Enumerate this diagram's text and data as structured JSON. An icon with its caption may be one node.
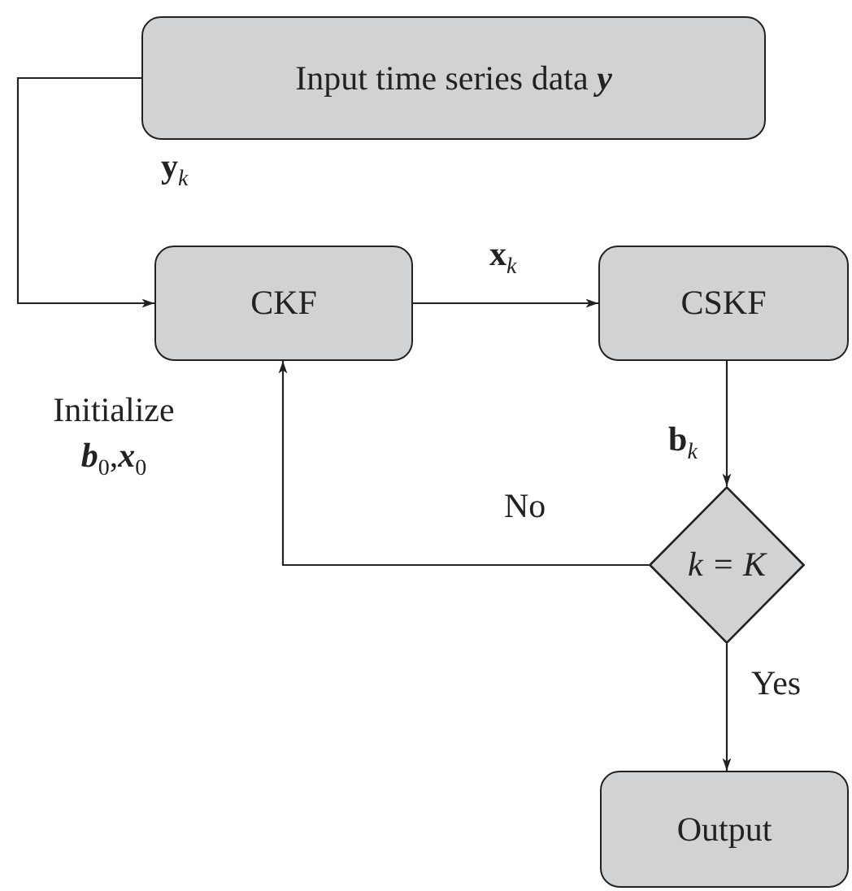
{
  "diagram": {
    "nodes": [
      {
        "text": [
          "Input time series data **y**"
        ]
      },
      {
        "text": [
          "CKF"
        ]
      },
      {
        "text": [
          "CSKF"
        ]
      },
      {
        "text": [
          "k = K"
        ]
      },
      {
        "text": [
          "Output"
        ]
      }
    ],
    "edges": [
      {
        "from": 0,
        "to": 1,
        "arrow": "to",
        "label": "**y**$_{k}$"
      },
      {
        "from": 1,
        "to": 2,
        "arrow": "to",
        "label": "**x**$_{k}$"
      },
      {
        "from": 2,
        "to": 3,
        "arrow": "to",
        "label": "**b**$_{k}$"
      },
      {
        "from": 3,
        "to": 1,
        "arrow": "to",
        "label": "No"
      },
      {
        "from": 3,
        "to": 4,
        "arrow": "to",
        "label": "Yes"
      }
    ],
    "labels": [
      "Initialize **b**$_{0}$,**x**$_{0}$"
    ]
  }
}
